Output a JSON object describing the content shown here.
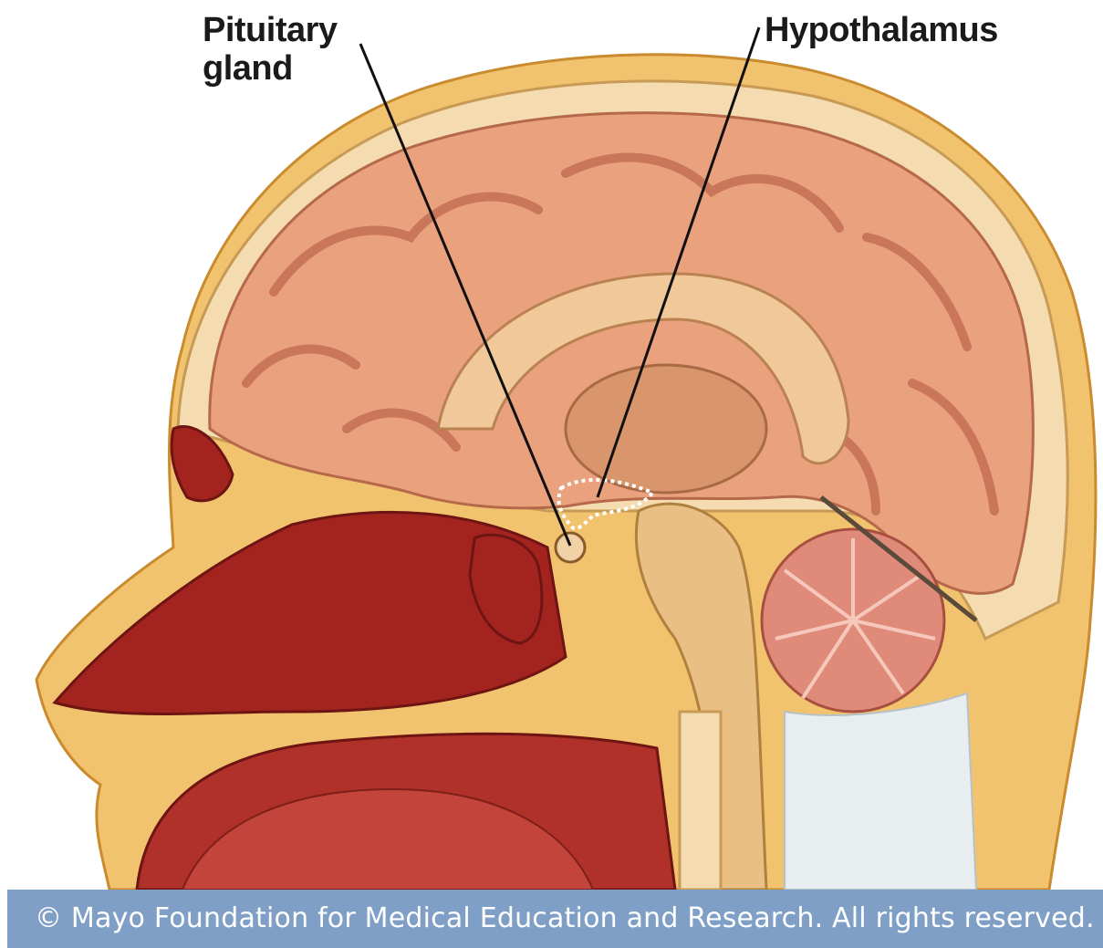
{
  "labels": {
    "pituitary_line1": "Pituitary",
    "pituitary_line2": "gland",
    "hypothalamus": "Hypothalamus"
  },
  "credit": "© Mayo Foundation for Medical Education and Research.  All rights reserved.",
  "colors": {
    "skin": "#f2c36e",
    "bone": "#f4dcb0",
    "brain": "#e9a17e",
    "brain_fold": "#c9765a",
    "cavity": "#a3231f",
    "cerebellum": "#e08a7a",
    "brainstem": "#eabf84",
    "credit_bar": "#7f9fc6"
  },
  "icons": [
    "anatomy-illustration"
  ]
}
